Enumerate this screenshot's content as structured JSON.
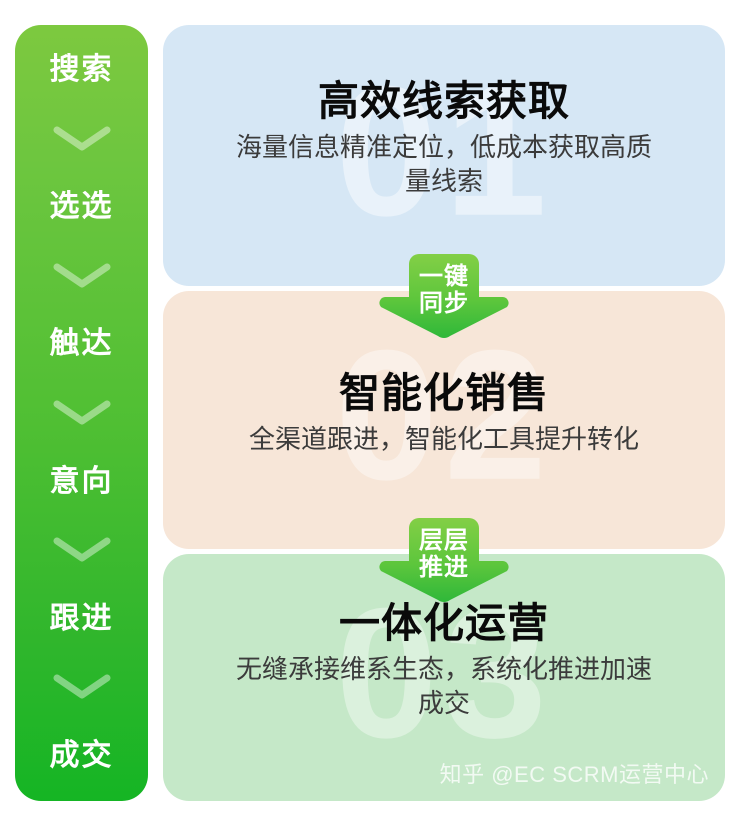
{
  "funnel_rail": {
    "stages": [
      "搜索",
      "选选",
      "触达",
      "意向",
      "跟进",
      "成交"
    ],
    "chevron_icon": "chevron-down-icon",
    "gradient_top": "#7DC93F",
    "gradient_bottom": "#15B524"
  },
  "cards": [
    {
      "number": "01",
      "title": "高效线索获取",
      "desc": "海量信息精准定位，低成本获取高质量线索",
      "bg": "#D6E7F5"
    },
    {
      "number": "02",
      "title": "智能化销售",
      "desc": "全渠道跟进，智能化工具提升转化",
      "bg": "#F7E6D8"
    },
    {
      "number": "03",
      "title": "一体化运营",
      "desc": "无缝承接维系生态，系统化推进加速成交",
      "bg": "#C5E8C8"
    }
  ],
  "connectors": [
    {
      "line1": "一键",
      "line2": "同步",
      "icon": "arrow-down-icon"
    },
    {
      "line1": "层层",
      "line2": "推进",
      "icon": "arrow-down-icon"
    }
  ],
  "watermark": {
    "text": "知乎 @EC SCRM运营中心"
  }
}
